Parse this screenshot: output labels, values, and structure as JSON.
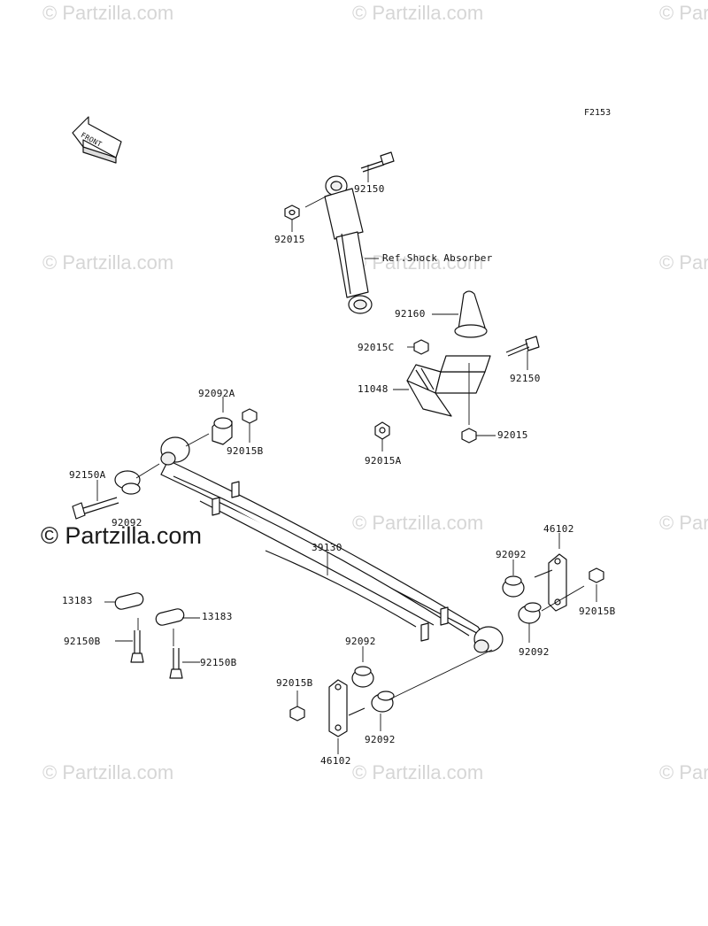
{
  "figure_code": "F2153",
  "front_indicator": "FRONT",
  "watermark": "© Partzilla.com",
  "parts": {
    "p1": "92150",
    "p2": "92015",
    "p3": "Ref.Shock Absorber",
    "p4": "92160",
    "p5": "92015C",
    "p6": "11048",
    "p7": "92150",
    "p8": "92015",
    "p9": "92015A",
    "p10": "92092A",
    "p11": "92015B",
    "p12": "92150A",
    "p13": "92092",
    "p14": "39130",
    "p15": "46102",
    "p16": "92092",
    "p17": "92015B",
    "p18": "92092",
    "p19": "13183",
    "p20": "13183",
    "p21": "92150B",
    "p22": "92150B",
    "p23": "92092",
    "p24": "92015B",
    "p25": "92092",
    "p26": "46102"
  }
}
